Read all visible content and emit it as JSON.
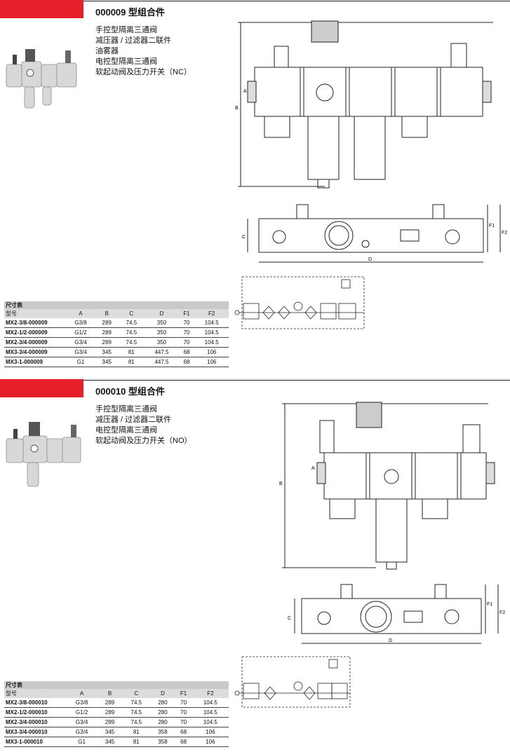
{
  "sections": [
    {
      "title": "000009 型组合件",
      "items": [
        "手控型隔离三通阀",
        "减压器 / 过滤器二联件",
        "油雾器",
        "电控型隔离三通阀",
        "软起动阀及压力开关（NC）"
      ],
      "table_title": "尺寸表",
      "columns": [
        "型号",
        "A",
        "B",
        "C",
        "D",
        "F1",
        "F2"
      ],
      "rows": [
        [
          "MX2-3/8-000009",
          "G3/8",
          "289",
          "74.5",
          "350",
          "70",
          "104.5"
        ],
        [
          "MX2-1/2-000009",
          "G1/2",
          "289",
          "74.5",
          "350",
          "70",
          "104.5"
        ],
        [
          "MX2-3/4-000009",
          "G3/4",
          "289",
          "74.5",
          "350",
          "70",
          "104.5"
        ],
        [
          "MX3-3/4-000009",
          "G3/4",
          "345",
          "81",
          "447.5",
          "68",
          "106"
        ],
        [
          "MX3-1-000009",
          "G1",
          "345",
          "81",
          "447.5",
          "68",
          "106"
        ]
      ],
      "dim_labels": {
        "a": "A",
        "b": "B",
        "c": "C",
        "d": "D",
        "f1": "F1",
        "f2": "F2"
      }
    },
    {
      "title": "000010 型组合件",
      "items": [
        "手控型隔离三通阀",
        "减压器 / 过滤器二联件",
        "电控型隔离三通阀",
        "软起动阀及压力开关（NO）"
      ],
      "table_title": "尺寸表",
      "columns": [
        "型号",
        "A",
        "B",
        "C",
        "D",
        "F1",
        "F2"
      ],
      "rows": [
        [
          "MX2-3/8-000010",
          "G3/8",
          "289",
          "74.5",
          "280",
          "70",
          "104.5"
        ],
        [
          "MX2-1/2-000010",
          "G1/2",
          "289",
          "74.5",
          "280",
          "70",
          "104.5"
        ],
        [
          "MX2-3/4-000010",
          "G3/4",
          "289",
          "74.5",
          "280",
          "70",
          "104.5"
        ],
        [
          "MX3-3/4-000010",
          "G3/4",
          "345",
          "81",
          "358",
          "68",
          "106"
        ],
        [
          "MX3-1-000010",
          "G1",
          "345",
          "81",
          "358",
          "68",
          "106"
        ]
      ],
      "dim_labels": {
        "a": "A",
        "b": "B",
        "c": "C",
        "d": "D",
        "f1": "F1",
        "f2": "F2"
      }
    }
  ],
  "colors": {
    "accent": "#e5202a",
    "table_header": "#c9c9c9"
  }
}
